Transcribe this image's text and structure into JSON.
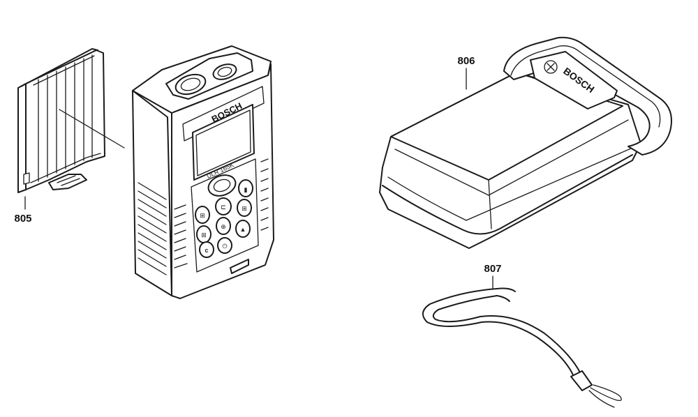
{
  "parts": [
    {
      "number": "805",
      "name": "battery-cover"
    },
    {
      "number": "806",
      "name": "protective-pouch"
    },
    {
      "number": "807",
      "name": "wrist-strap"
    }
  ],
  "device": {
    "brand": "BOSCH",
    "model": "DLR 165K"
  },
  "pouch": {
    "brand": "BOSCH"
  }
}
